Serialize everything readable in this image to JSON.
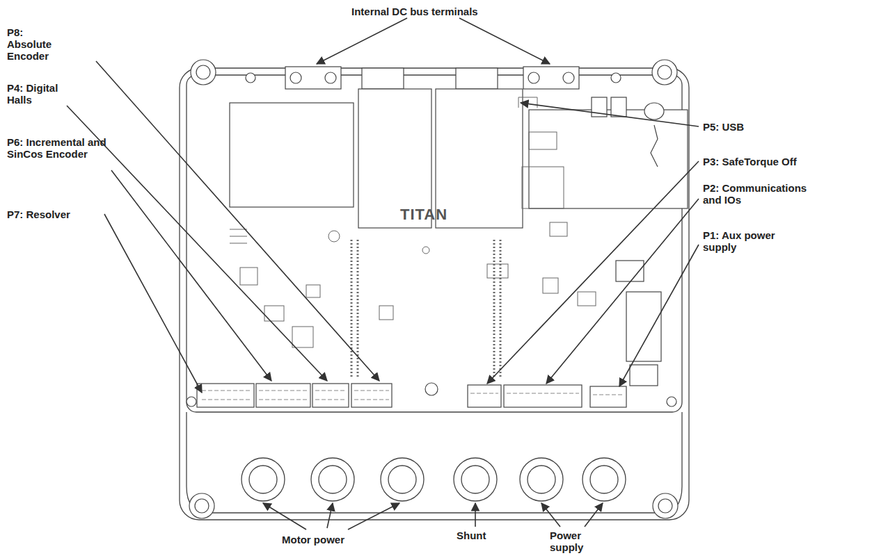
{
  "diagram": {
    "labels": [
      "Internal DC bus terminals",
      "P8: Absolute Encoder",
      "P4: Digital Halls",
      "P6: Incremental and SinCos Encoder",
      "P7: Resolver",
      "P5: USB",
      "P3: SafeTorque Off",
      "P2: Communications and IOs",
      "P1: Aux power supply",
      "Motor power",
      "Shunt",
      "Power supply",
      "TITAN"
    ]
  }
}
